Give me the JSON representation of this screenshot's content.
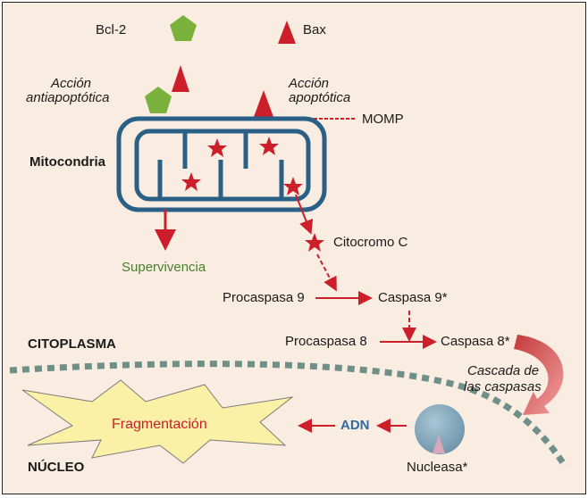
{
  "legend": {
    "bcl2": "Bcl-2",
    "bax": "Bax"
  },
  "labels": {
    "antiapoptotic_line1": "Acción",
    "antiapoptotic_line2": "antiapoptótica",
    "apoptotic_line1": "Acción",
    "apoptotic_line2": "apoptótica",
    "momp": "MOMP",
    "mitochondria": "Mitocondria",
    "survival": "Supervivencia",
    "cytochrome": "Citocromo C",
    "procaspase9": "Procaspasa 9",
    "caspase9": "Caspasa 9*",
    "procaspase8": "Procaspasa 8",
    "caspase8": "Caspasa 8*",
    "cytoplasm": "CITOPLASMA",
    "cascade_line1": "Cascada de",
    "cascade_line2": "las caspasas",
    "fragmentation": "Fragmentación",
    "dna": "ADN",
    "nuclease": "Nucleasa*",
    "nucleus": "NÚCLEO"
  },
  "colors": {
    "background": "#f9ede2",
    "mitochondria": "#2a5f86",
    "red": "#cc1f2a",
    "green": "#7ab03c",
    "membrane": "#6f8f88",
    "nuclease": "#7fa3b8",
    "cascade_arrow": "#e46a6a"
  }
}
